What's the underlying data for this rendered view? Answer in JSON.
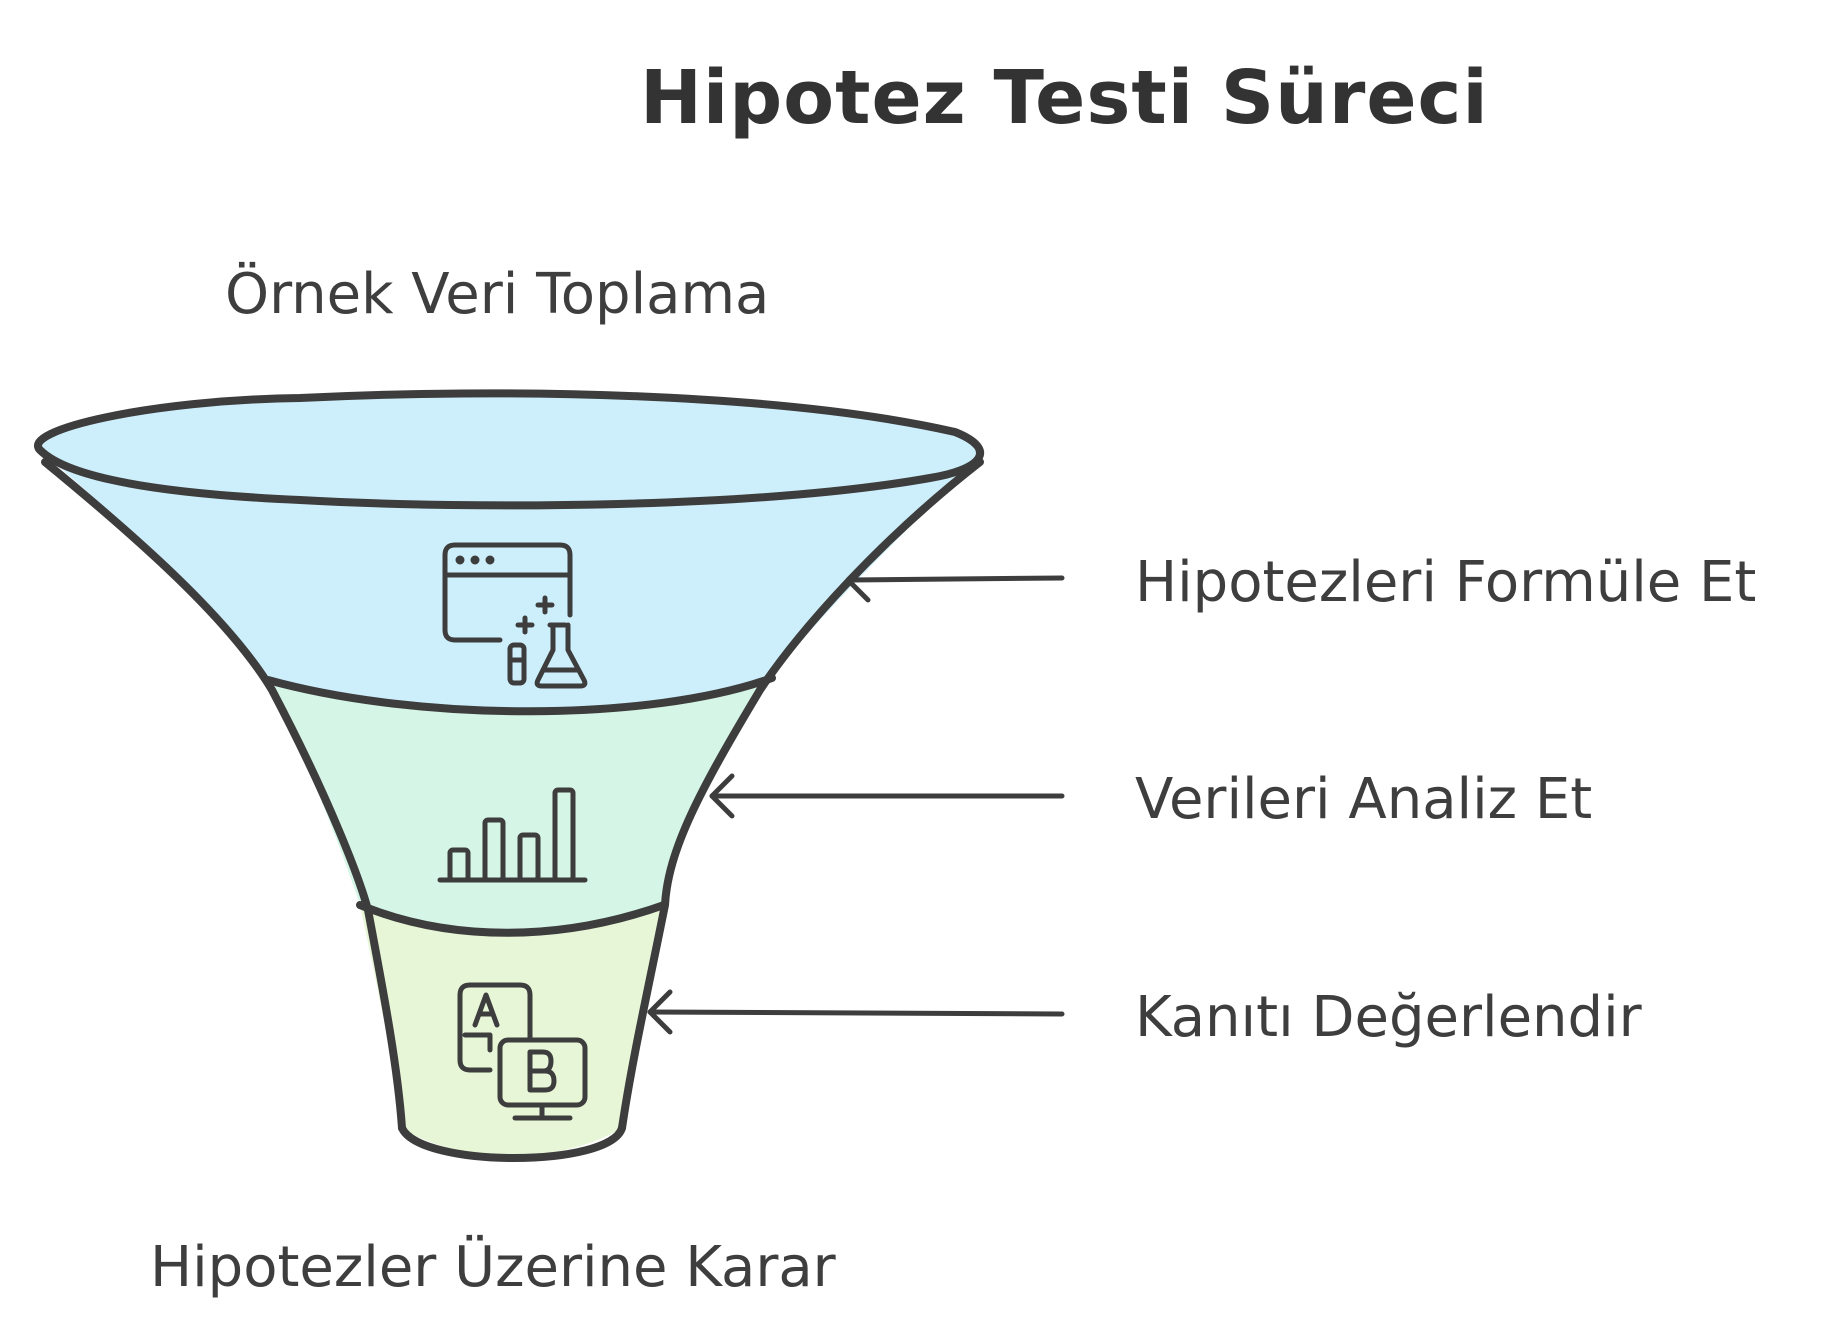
{
  "title": "Hipotez Testi Süreci",
  "top_label": "Örnek Veri Toplama",
  "stages": [
    {
      "label": "Hipotezleri Formüle Et",
      "icon": "browser-lab-flask-icon",
      "color": "#cdeffb"
    },
    {
      "label": "Verileri Analiz Et",
      "icon": "bar-chart-icon",
      "color": "#d5f5e6"
    },
    {
      "label": "Kanıtı Değerlendir",
      "icon": "ab-test-monitor-icon",
      "color": "#e7f6d7"
    }
  ],
  "bottom_label": "Hipotezler Üzerine Karar",
  "stroke_color": "#3d3d3d"
}
